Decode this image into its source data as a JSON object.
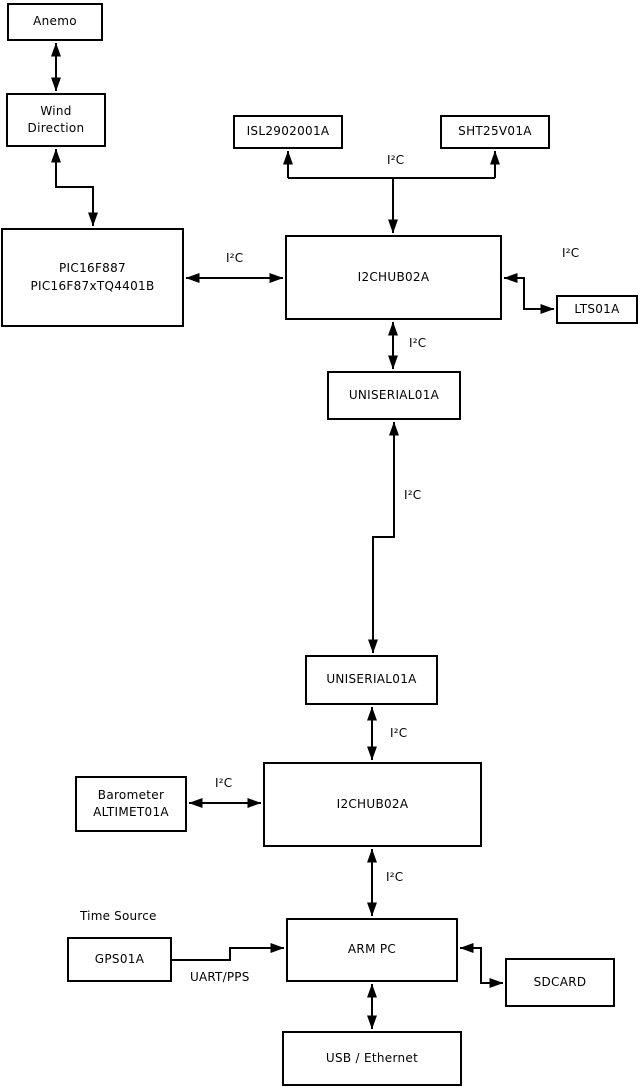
{
  "diagram_type": "block-diagram",
  "nodes": {
    "anemo": {
      "label": "Anemo"
    },
    "wind_direction": {
      "label": "Wind\nDirection"
    },
    "pic_controller": {
      "label": "PIC16F887\nPIC16F87xTQ4401B"
    },
    "isl2902001a": {
      "label": "ISL2902001A"
    },
    "sht25v01a": {
      "label": "SHT25V01A"
    },
    "i2chub_upper": {
      "label": "I2CHUB02A"
    },
    "lts01a": {
      "label": "LTS01A"
    },
    "uniserial_upper": {
      "label": "UNISERIAL01A"
    },
    "uniserial_lower": {
      "label": "UNISERIAL01A"
    },
    "i2chub_lower": {
      "label": "I2CHUB02A"
    },
    "barometer": {
      "label": "Barometer\nALTIMET01A"
    },
    "gps01a": {
      "label": "GPS01A"
    },
    "arm_pc": {
      "label": "ARM PC"
    },
    "sdcard": {
      "label": "SDCARD"
    },
    "usb_ethernet": {
      "label": "USB / Ethernet"
    }
  },
  "labels": {
    "bus_top": "I²C",
    "pic_hub1": "I²C",
    "hub1_lts": "I²C",
    "hub1_uniserial1": "I²C",
    "uniserial1_uniserial2": "I²C",
    "uniserial2_hub2": "I²C",
    "barometer_hub2": "I²C",
    "hub2_armpc": "I²C",
    "gps_armpc": "UART/PPS",
    "time_source_caption": "Time Source"
  },
  "connections": [
    {
      "from": "anemo",
      "to": "wind_direction",
      "bidirectional": true,
      "label": ""
    },
    {
      "from": "wind_direction",
      "to": "pic_controller",
      "bidirectional": true,
      "label": ""
    },
    {
      "from": "pic_controller",
      "to": "i2chub_upper",
      "bidirectional": true,
      "label": "I²C"
    },
    {
      "from": "i2chub_upper",
      "to": "isl2902001a",
      "bidirectional": true,
      "label": "I²C"
    },
    {
      "from": "i2chub_upper",
      "to": "sht25v01a",
      "bidirectional": true,
      "label": "I²C"
    },
    {
      "from": "i2chub_upper",
      "to": "lts01a",
      "bidirectional": true,
      "label": "I²C"
    },
    {
      "from": "i2chub_upper",
      "to": "uniserial_upper",
      "bidirectional": true,
      "label": "I²C"
    },
    {
      "from": "uniserial_upper",
      "to": "uniserial_lower",
      "bidirectional": true,
      "label": "I²C"
    },
    {
      "from": "uniserial_lower",
      "to": "i2chub_lower",
      "bidirectional": true,
      "label": "I²C"
    },
    {
      "from": "barometer",
      "to": "i2chub_lower",
      "bidirectional": true,
      "label": "I²C"
    },
    {
      "from": "i2chub_lower",
      "to": "arm_pc",
      "bidirectional": true,
      "label": "I²C"
    },
    {
      "from": "gps01a",
      "to": "arm_pc",
      "bidirectional": false,
      "label": "UART/PPS"
    },
    {
      "from": "arm_pc",
      "to": "sdcard",
      "bidirectional": true,
      "label": ""
    },
    {
      "from": "arm_pc",
      "to": "usb_ethernet",
      "bidirectional": true,
      "label": ""
    }
  ],
  "colors": {
    "line": "#000000",
    "box_border": "#000000",
    "box_fill": "#ffffff",
    "text": "#000000",
    "canvas": "#ffffff"
  }
}
